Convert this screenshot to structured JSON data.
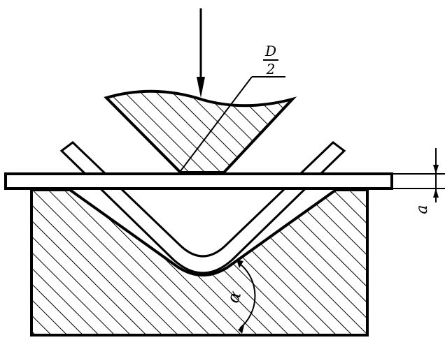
{
  "diagram": {
    "labels": {
      "punch_radius_num": "D",
      "punch_radius_den": "2",
      "thickness": "a",
      "bend_angle": "α"
    }
  }
}
